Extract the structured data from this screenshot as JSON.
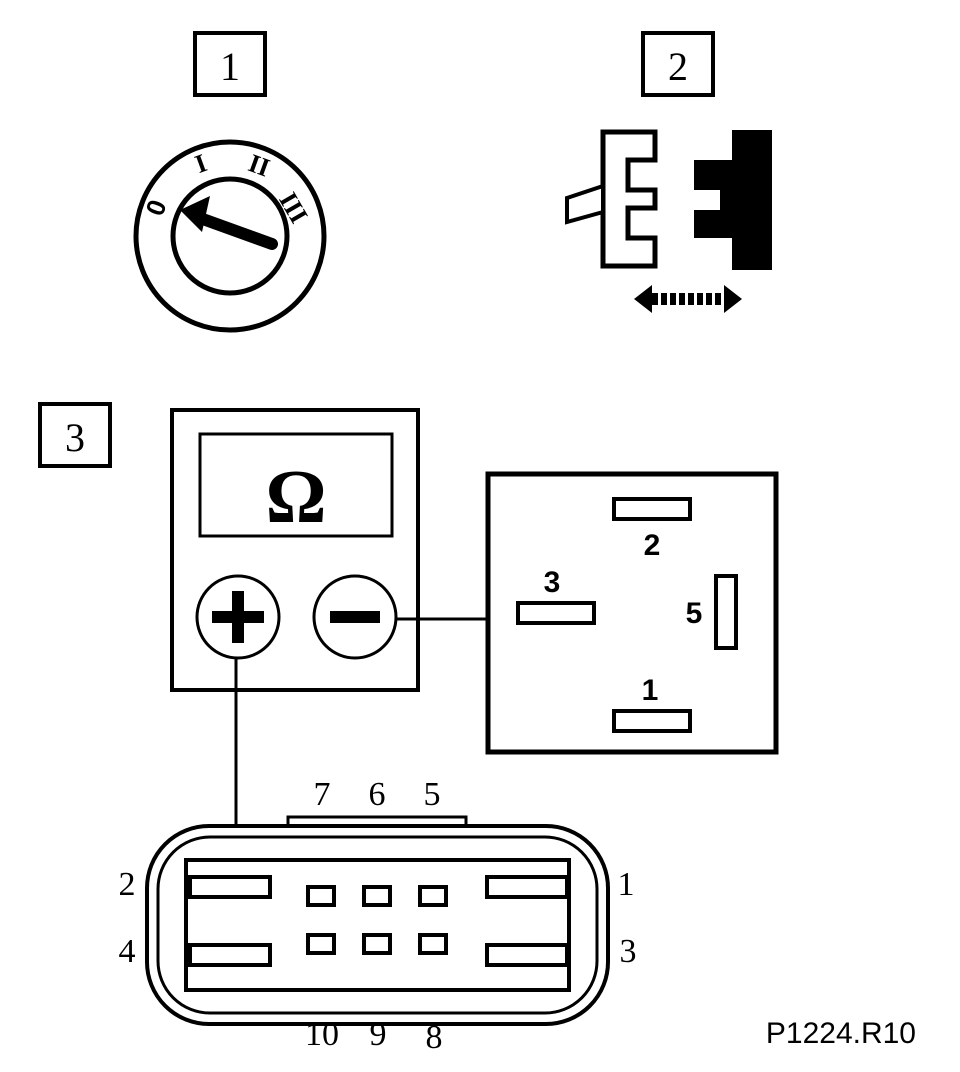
{
  "steps": {
    "step1": "1",
    "step2": "2",
    "step3": "3"
  },
  "switch_positions": {
    "p0": "0",
    "p1": "I",
    "p2": "II",
    "p3": "III"
  },
  "meter": {
    "symbol": "Ω",
    "plus": "+",
    "minus": "−"
  },
  "relay_pins": {
    "pin2": "2",
    "pin3": "3",
    "pin5": "5",
    "pin1": "1"
  },
  "connector_pins": {
    "top7": "7",
    "top6": "6",
    "top5": "5",
    "left2": "2",
    "left4": "4",
    "right1": "1",
    "right3": "3",
    "bottom10": "10",
    "bottom9": "9",
    "bottom8": "8"
  },
  "reference_code": "P1224.R10",
  "colors": {
    "ink": "#000000",
    "paper": "#ffffff"
  }
}
